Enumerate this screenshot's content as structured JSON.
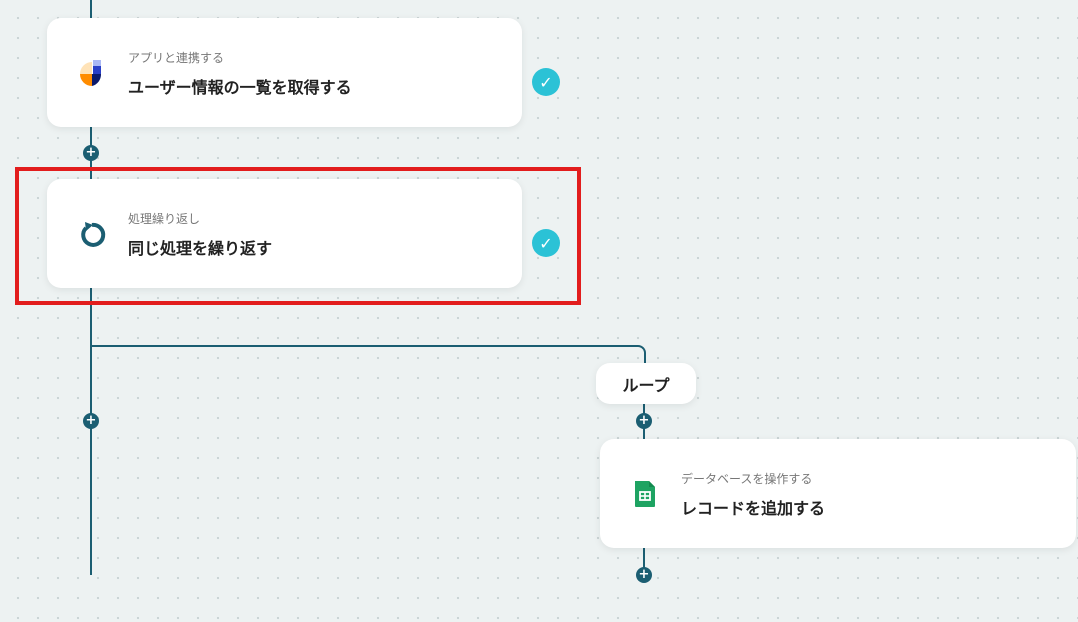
{
  "steps": [
    {
      "subtitle": "アプリと連携する",
      "title": "ユーザー情報の一覧を取得する",
      "icon": "app-logo-icon",
      "status": "completed"
    },
    {
      "subtitle": "処理繰り返し",
      "title": "同じ処理を繰り返す",
      "icon": "loop-arrow-icon",
      "status": "completed"
    },
    {
      "subtitle": "データベースを操作する",
      "title": "レコードを追加する",
      "icon": "google-sheets-icon"
    }
  ],
  "branch": {
    "label": "ループ"
  },
  "symbols": {
    "plus": "+",
    "check": "✓"
  },
  "colors": {
    "connector": "#1b5e72",
    "check": "#2bc2d6",
    "highlight": "#e21d1d"
  }
}
